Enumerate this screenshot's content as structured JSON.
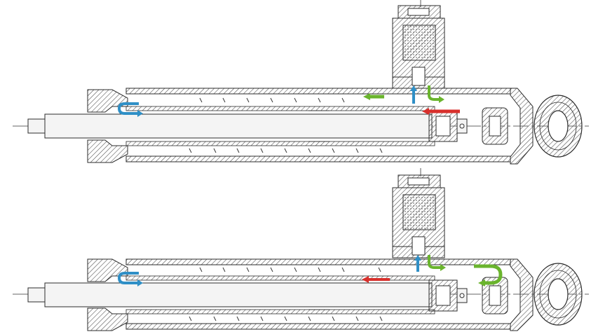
{
  "diagram": {
    "views": [
      {
        "id": "upper",
        "mode": "compression"
      },
      {
        "id": "lower",
        "mode": "rebound"
      }
    ],
    "colors": {
      "outline": "#2b2b2b",
      "hatch": "#4a4a4a",
      "background": "#ffffff",
      "rod_fill": "#f4f4f4",
      "flow_blue": "#2f8fc6",
      "flow_green": "#6ab42d",
      "flow_red": "#d8302c"
    },
    "icons": [
      "arrow-blue-u-turn",
      "arrow-green-left",
      "arrow-green-down",
      "arrow-red-left",
      "arrow-blue-up"
    ]
  }
}
